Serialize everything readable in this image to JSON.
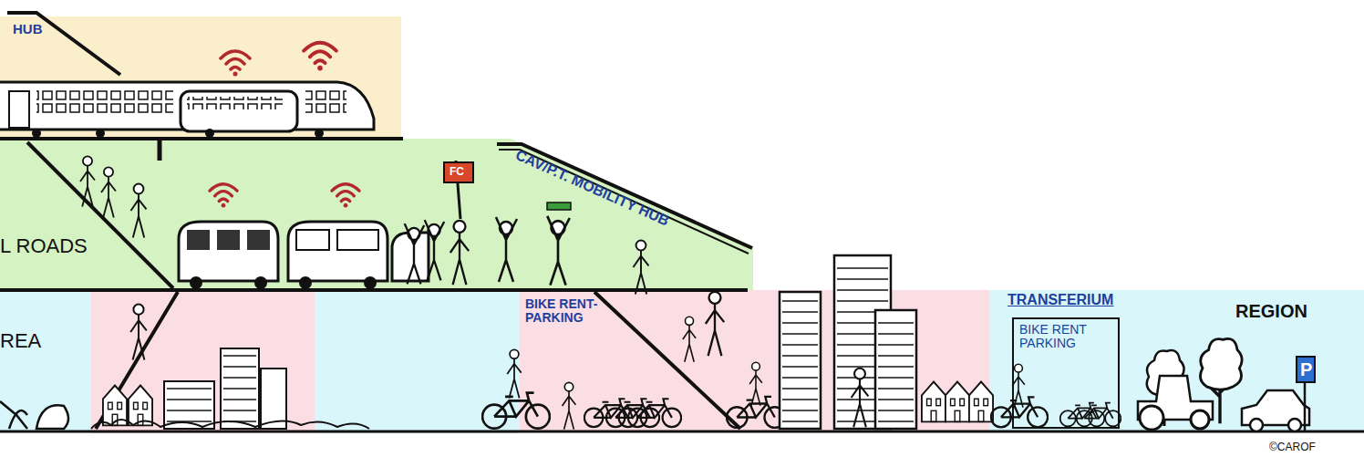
{
  "diagram": {
    "nodes": [
      {
        "text": [
          "HUB"
        ]
      },
      {
        "text": [
          "L ROADS"
        ]
      },
      {
        "text": [
          "REA"
        ]
      },
      {
        "text": [
          "BIKE RENT-PARKING"
        ]
      },
      {
        "text": [
          "REGION"
        ]
      },
      {
        "text": [
          "TRANSFERIUM",
          "BIKE RENT PARKING"
        ],
        "in": 4
      },
      {
        "text": [
          "P"
        ],
        "in": 4
      }
    ],
    "labels": [
      "CAV/P.T. MOBILITY HUB",
      "FC",
      "©CAROF"
    ]
  }
}
